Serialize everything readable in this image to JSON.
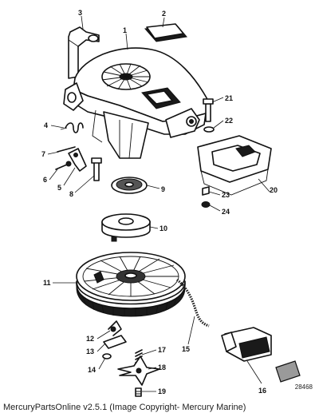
{
  "diagram": {
    "drawing_number": "28468",
    "part_labels": [
      {
        "id": "p1",
        "text": "1"
      },
      {
        "id": "p2",
        "text": "2"
      },
      {
        "id": "p3",
        "text": "3"
      },
      {
        "id": "p4",
        "text": "4"
      },
      {
        "id": "p5",
        "text": "5"
      },
      {
        "id": "p6",
        "text": "6"
      },
      {
        "id": "p7",
        "text": "7"
      },
      {
        "id": "p8",
        "text": "8"
      },
      {
        "id": "p9",
        "text": "9"
      },
      {
        "id": "p10",
        "text": "10"
      },
      {
        "id": "p11",
        "text": "11"
      },
      {
        "id": "p12",
        "text": "12"
      },
      {
        "id": "p13",
        "text": "13"
      },
      {
        "id": "p14",
        "text": "14"
      },
      {
        "id": "p15",
        "text": "15"
      },
      {
        "id": "p16",
        "text": "16"
      },
      {
        "id": "p17",
        "text": "17"
      },
      {
        "id": "p18",
        "text": "18"
      },
      {
        "id": "p19",
        "text": "19"
      },
      {
        "id": "p20",
        "text": "20"
      },
      {
        "id": "p21",
        "text": "21"
      },
      {
        "id": "p22",
        "text": "22"
      },
      {
        "id": "p23",
        "text": "23"
      },
      {
        "id": "p24",
        "text": "24"
      }
    ]
  },
  "footer": {
    "caption": "MercuryPartsOnline v2.5.1 (Image Copyright- Mercury Marine)"
  }
}
